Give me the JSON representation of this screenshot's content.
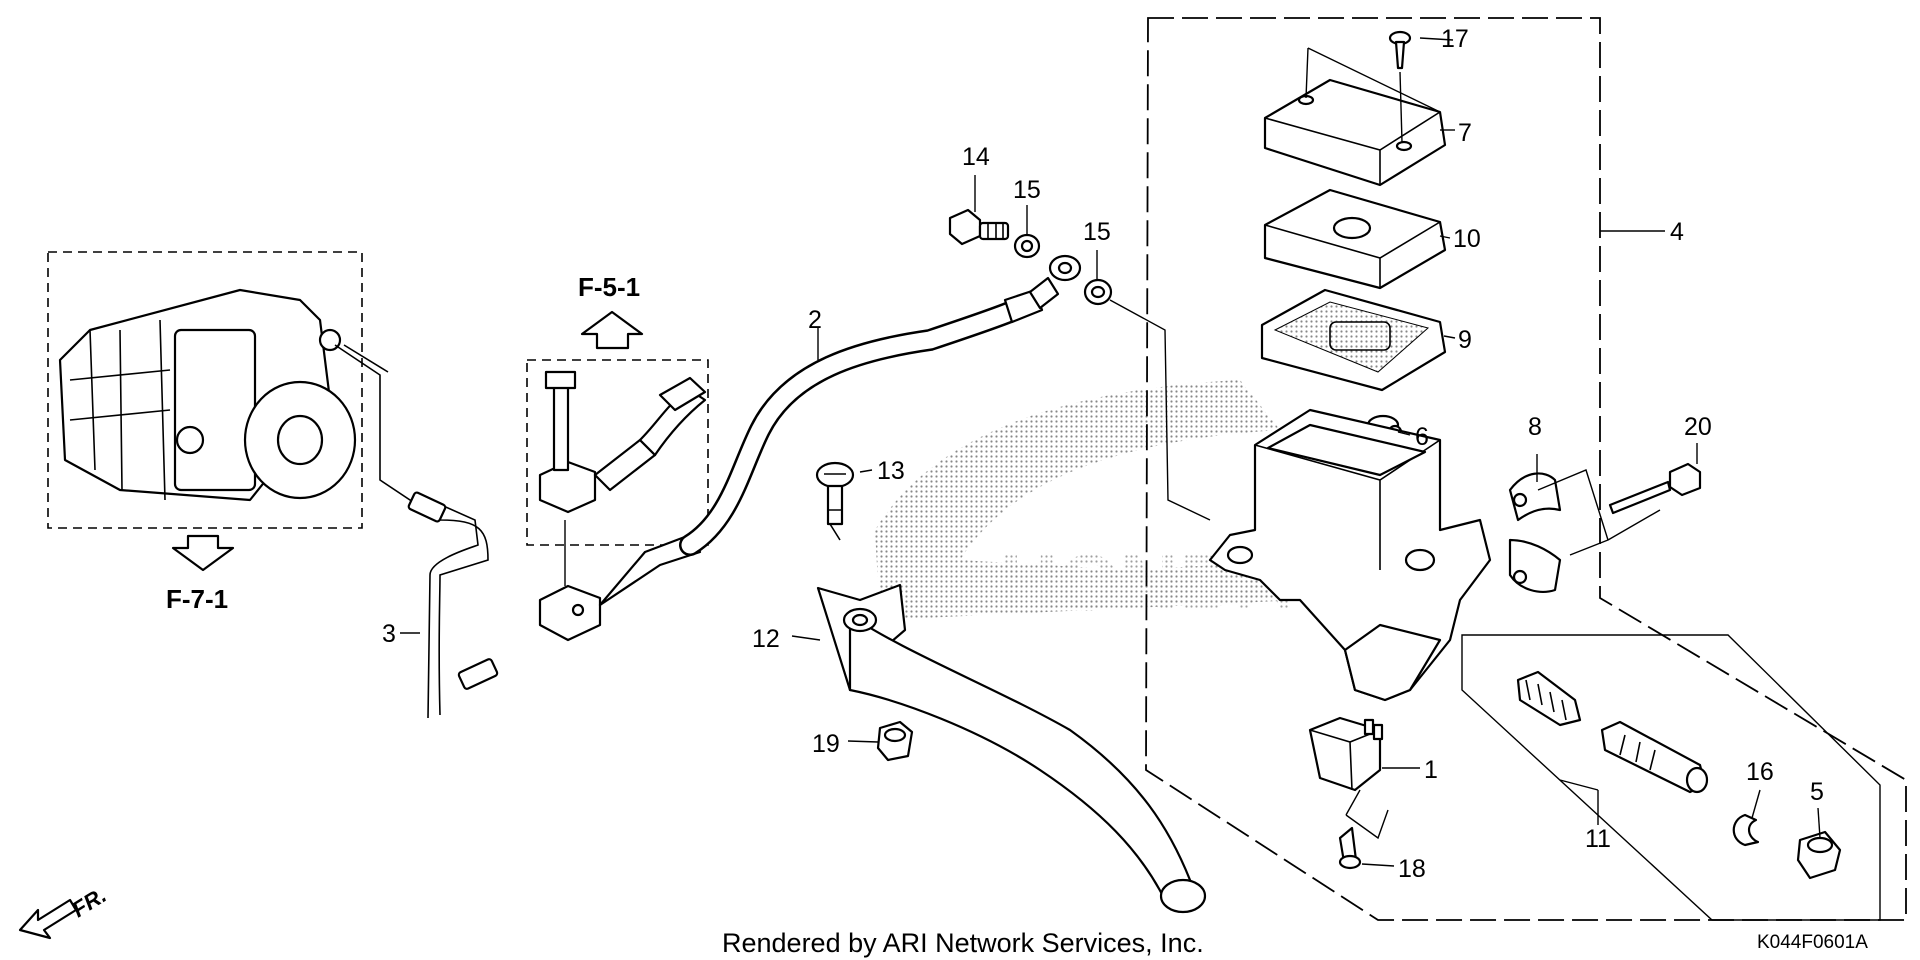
{
  "callouts": {
    "c1": "1",
    "c2": "2",
    "c3": "3",
    "c4": "4",
    "c5": "5",
    "c6": "6",
    "c7": "7",
    "c8": "8",
    "c9": "9",
    "c10": "10",
    "c11": "11",
    "c12": "12",
    "c13": "13",
    "c14": "14",
    "c15a": "15",
    "c15b": "15",
    "c16": "16",
    "c17": "17",
    "c18": "18",
    "c19": "19",
    "c20": "20"
  },
  "refs": {
    "abs_ref": "F-7-1",
    "hose_ref": "F-5-1"
  },
  "direction": {
    "label": "FR."
  },
  "footer": {
    "credit": "Rendered by ARI Network Services, Inc.",
    "diagram_code": "K044F0601A"
  },
  "watermark": {
    "text": "HONDA"
  }
}
